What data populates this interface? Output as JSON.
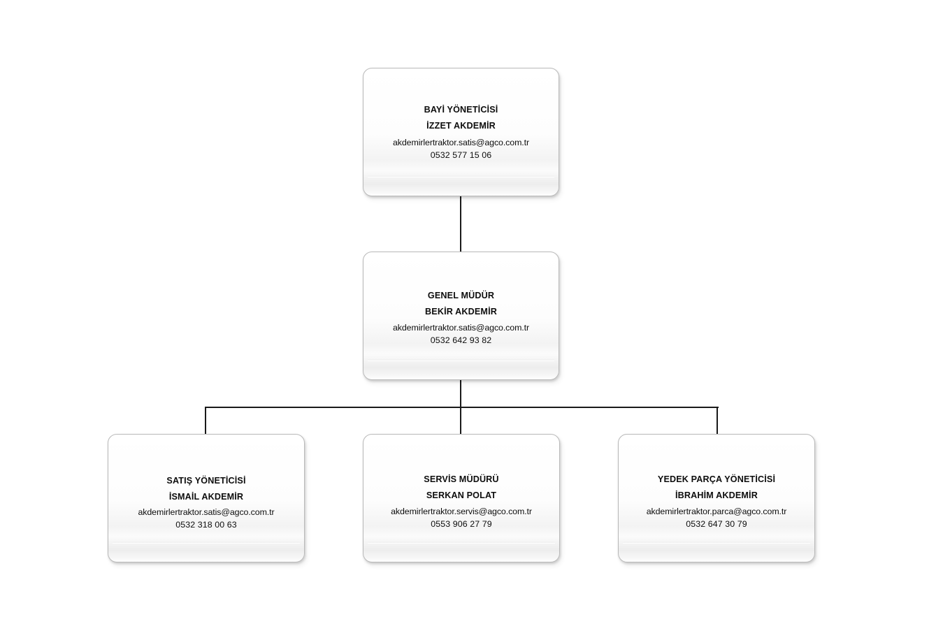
{
  "chart_data": {
    "type": "diagram",
    "subtype": "organization-chart",
    "title": "",
    "orientation": "top-down",
    "levels": 3,
    "nodes": [
      {
        "id": "bayi-yoneticisi",
        "level": 0,
        "role": "BAYİ YÖNETİCİSİ",
        "person": "İZZET AKDEMİR",
        "email": "akdemirlertraktor.satis@agco.com.tr",
        "phone": "0532 577 15 06"
      },
      {
        "id": "genel-mudur",
        "level": 1,
        "role": "GENEL MÜDÜR",
        "person": "BEKİR AKDEMİR",
        "email": "akdemirlertraktor.satis@agco.com.tr",
        "phone": "0532 642 93 82"
      },
      {
        "id": "satis-yoneticisi",
        "level": 2,
        "role": "SATIŞ YÖNETİCİSİ",
        "person": "İSMAİL AKDEMİR",
        "email": "akdemirlertraktor.satis@agco.com.tr",
        "phone": "0532 318 00 63"
      },
      {
        "id": "servis-muduru",
        "level": 2,
        "role": "SERVİS MÜDÜRÜ",
        "person": "SERKAN POLAT",
        "email": "akdemirlertraktor.servis@agco.com.tr",
        "phone": "0553 906 27 79"
      },
      {
        "id": "yedek-parca-yoneticisi",
        "level": 2,
        "role": "YEDEK PARÇA YÖNETİCİSİ",
        "person": "İBRAHİM AKDEMİR",
        "email": "akdemirlertraktor.parca@agco.com.tr",
        "phone": "0532 647 30 79"
      }
    ],
    "edges": [
      {
        "from": "bayi-yoneticisi",
        "to": "genel-mudur"
      },
      {
        "from": "genel-mudur",
        "to": "satis-yoneticisi"
      },
      {
        "from": "genel-mudur",
        "to": "servis-muduru"
      },
      {
        "from": "genel-mudur",
        "to": "yedek-parca-yoneticisi"
      }
    ],
    "colors": {
      "background": "#ffffff",
      "node_fill": "#fdfdfd",
      "node_border": "#b9b9b9",
      "connector": "#1a1a1a",
      "text": "#0d0d0d"
    }
  }
}
